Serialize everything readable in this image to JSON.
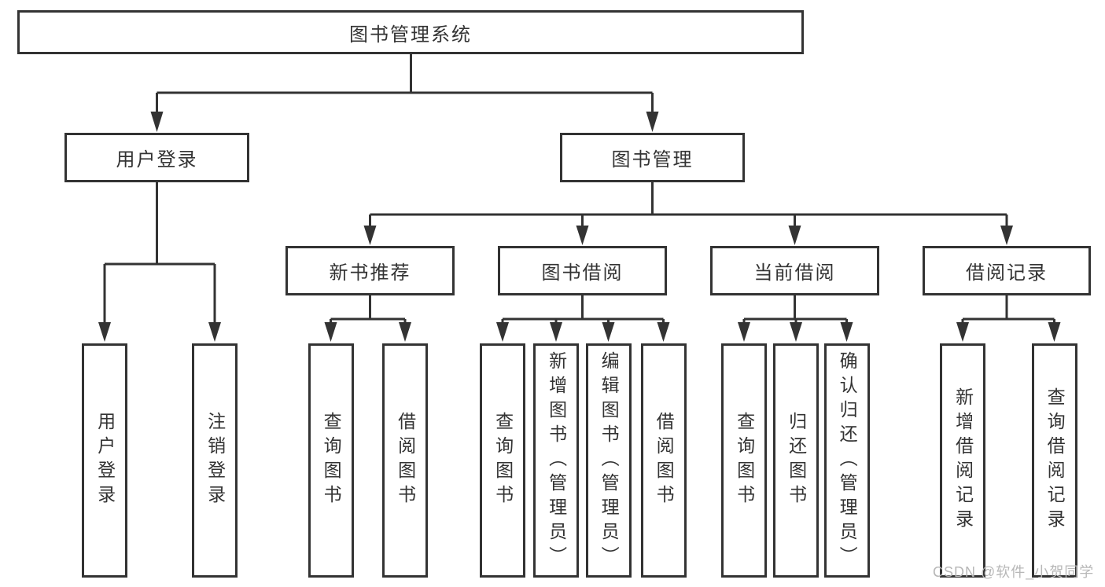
{
  "tree": {
    "root": {
      "label": "图书管理系统"
    },
    "children": [
      {
        "label": "用户登录",
        "children": [
          {
            "label": "用户登录"
          },
          {
            "label": "注销登录"
          }
        ]
      },
      {
        "label": "图书管理",
        "children": [
          {
            "label": "新书推荐",
            "children": [
              {
                "label": "查询图书"
              },
              {
                "label": "借阅图书"
              }
            ]
          },
          {
            "label": "图书借阅",
            "children": [
              {
                "label": "查询图书"
              },
              {
                "label": "新增图书（管理员）"
              },
              {
                "label": "编辑图书（管理员）"
              },
              {
                "label": "借阅图书"
              }
            ]
          },
          {
            "label": "当前借阅",
            "children": [
              {
                "label": "查询图书"
              },
              {
                "label": "归还图书"
              },
              {
                "label": "确认归还（管理员）"
              }
            ]
          },
          {
            "label": "借阅记录",
            "children": [
              {
                "label": "新增借阅记录"
              },
              {
                "label": "查询借阅记录"
              }
            ]
          }
        ]
      }
    ]
  },
  "watermark": {
    "text": "CSDN @软件_小贺同学",
    "color": "#b7b7b7"
  },
  "colors": {
    "line": "#333333",
    "text": "#333333",
    "box_background": "#ffffff",
    "page_background": "#ffffff",
    "watermark": "#b7b7b7"
  }
}
